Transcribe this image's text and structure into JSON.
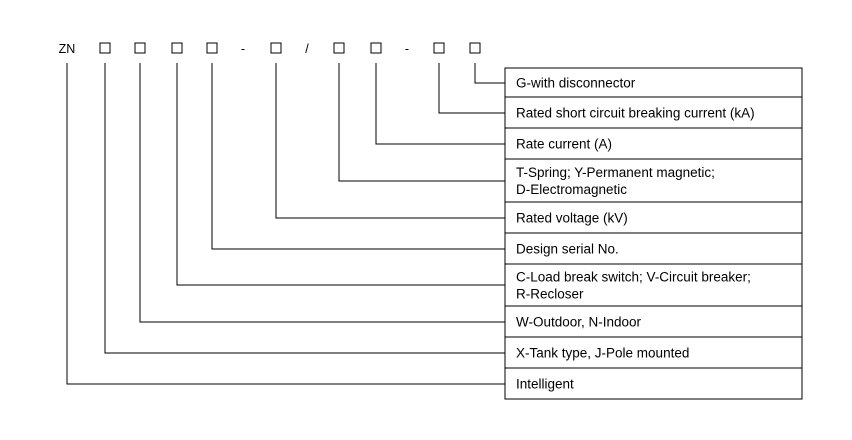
{
  "code": {
    "tokens": [
      {
        "type": "text",
        "text": "ZN"
      },
      {
        "type": "slot"
      },
      {
        "type": "slot"
      },
      {
        "type": "slot"
      },
      {
        "type": "slot"
      },
      {
        "type": "text",
        "text": "-"
      },
      {
        "type": "slot"
      },
      {
        "type": "text",
        "text": "/"
      },
      {
        "type": "slot"
      },
      {
        "type": "slot"
      },
      {
        "type": "text",
        "text": "-"
      },
      {
        "type": "slot"
      },
      {
        "type": "slot"
      }
    ]
  },
  "legend": [
    {
      "lines": [
        "G-with disconnector"
      ],
      "token": 12
    },
    {
      "lines": [
        "Rated short circuit breaking current (kA)"
      ],
      "token": 11
    },
    {
      "lines": [
        "Rate current (A)"
      ],
      "token": 9
    },
    {
      "lines": [
        "T-Spring; Y-Permanent magnetic;",
        "D-Electromagnetic"
      ],
      "token": 8
    },
    {
      "lines": [
        "Rated voltage (kV)"
      ],
      "token": 6
    },
    {
      "lines": [
        "Design serial No."
      ],
      "token": 4
    },
    {
      "lines": [
        "C-Load break switch; V-Circuit breaker;",
        "R-Recloser"
      ],
      "token": 3
    },
    {
      "lines": [
        "W-Outdoor, N-Indoor"
      ],
      "token": 2
    },
    {
      "lines": [
        "X-Tank type, J-Pole mounted"
      ],
      "token": 1
    },
    {
      "lines": [
        "Intelligent"
      ],
      "token": 0
    }
  ],
  "colors": {
    "ink": "#000000",
    "background": "#ffffff"
  }
}
